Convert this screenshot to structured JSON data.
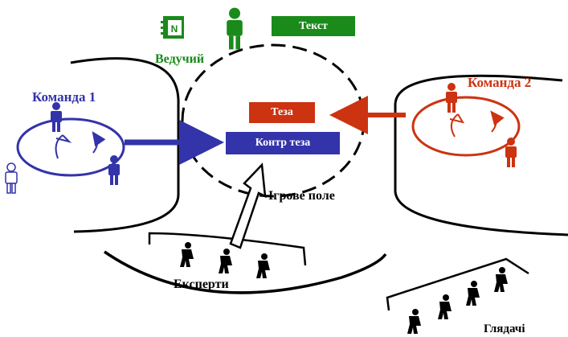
{
  "leader": {
    "label": "Ведучий",
    "text_box": "Текст",
    "notebook_letter": "N"
  },
  "team1": {
    "label": "Команда 1"
  },
  "team2": {
    "label": "Команда 2"
  },
  "thesis": {
    "label": "Теза"
  },
  "antithesis": {
    "label": "Контр теза"
  },
  "field": {
    "label": "Ігрове поле"
  },
  "experts": {
    "label": "Експерти"
  },
  "audience": {
    "label": "Глядачі"
  },
  "colors": {
    "leader_green": "#1a8a1a",
    "team1_blue": "#3333aa",
    "team2_red": "#cc3311",
    "ink": "#000000"
  }
}
